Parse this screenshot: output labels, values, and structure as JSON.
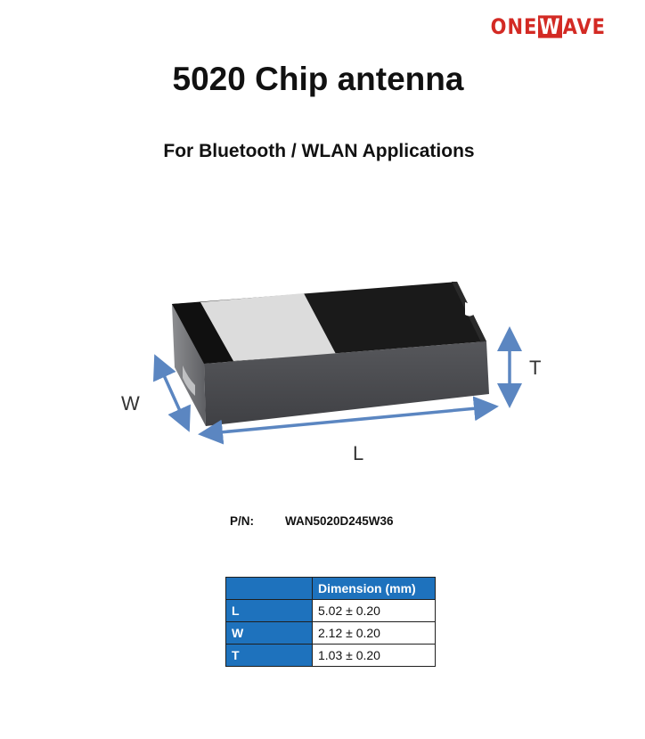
{
  "header": {
    "logo_pre": "ONE",
    "logo_mid": "W",
    "logo_post": "AVE"
  },
  "title": "5020 Chip antenna",
  "subtitle": "For Bluetooth / WLAN Applications",
  "diagram": {
    "label_w": "W",
    "label_l": "L",
    "label_t": "T",
    "colors": {
      "body_dark": "#4a4b4f",
      "top_light": "#dcdcdc",
      "band_black": "#101010",
      "arrow": "#5b86c1"
    }
  },
  "part_number": {
    "label": "P/N:",
    "value": "WAN5020D245W36"
  },
  "dimension_table": {
    "header": "Dimension (mm)",
    "rows": [
      {
        "param": "L",
        "value": "5.02 ± 0.20"
      },
      {
        "param": "W",
        "value": "2.12 ± 0.20"
      },
      {
        "param": "T",
        "value": "1.03 ± 0.20"
      }
    ],
    "colors": {
      "header_bg": "#1e72bd",
      "header_text": "#ffffff"
    }
  }
}
